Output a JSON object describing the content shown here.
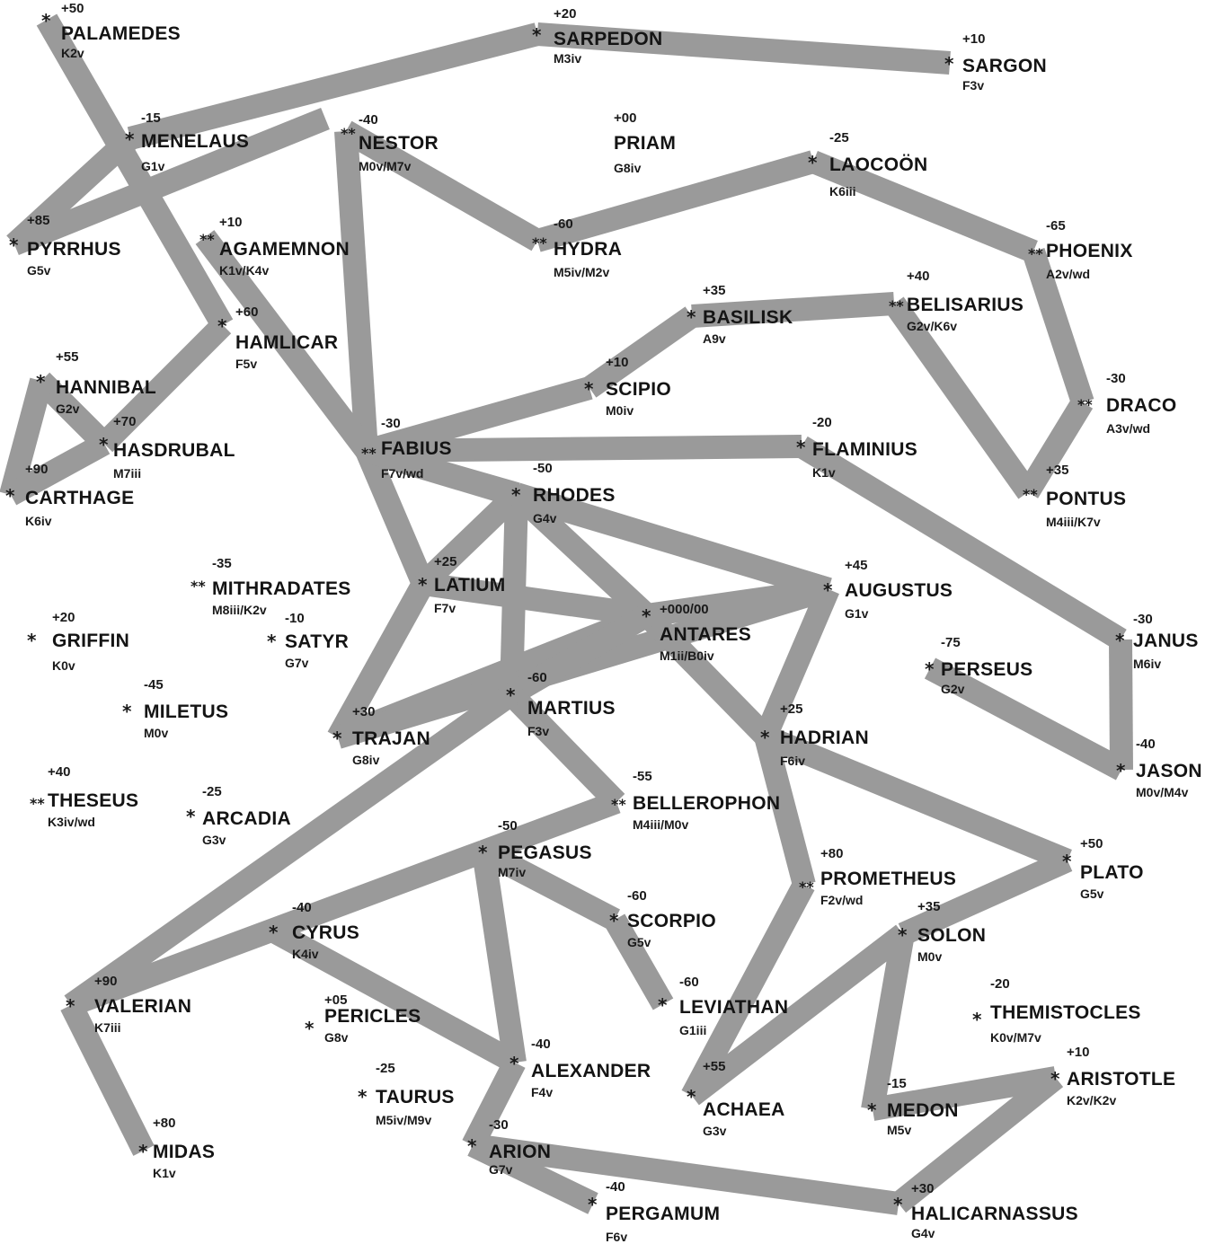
{
  "systems": [
    {
      "id": "palamedes",
      "name": "PALAMEDES",
      "alt": "+50",
      "cls": "K2v",
      "star": "*"
    },
    {
      "id": "sarpedon",
      "name": "SARPEDON",
      "alt": "+20",
      "cls": "M3iv",
      "star": "*"
    },
    {
      "id": "sargon",
      "name": "SARGON",
      "alt": "+10",
      "cls": "F3v",
      "star": "*"
    },
    {
      "id": "menelaus",
      "name": "MENELAUS",
      "alt": "-15",
      "cls": "G1v",
      "star": "*"
    },
    {
      "id": "nestor",
      "name": "NESTOR",
      "alt": "-40",
      "cls": "M0v/M7v",
      "star": "**"
    },
    {
      "id": "priam",
      "name": "PRIAM",
      "alt": "+00",
      "cls": "G8iv",
      "star": ""
    },
    {
      "id": "laocoon",
      "name": "LAOCOÖN",
      "alt": "-25",
      "cls": "K6iii",
      "star": "*"
    },
    {
      "id": "pyrrhus",
      "name": "PYRRHUS",
      "alt": "+85",
      "cls": "G5v",
      "star": "*"
    },
    {
      "id": "agamemnon",
      "name": "AGAMEMNON",
      "alt": "+10",
      "cls": "K1v/K4v",
      "star": "**"
    },
    {
      "id": "hydra",
      "name": "HYDRA",
      "alt": "-60",
      "cls": "M5iv/M2v",
      "star": "**"
    },
    {
      "id": "phoenix",
      "name": "PHOENIX",
      "alt": "-65",
      "cls": "A2v/wd",
      "star": "**"
    },
    {
      "id": "basilisk",
      "name": "BASILISK",
      "alt": "+35",
      "cls": "A9v",
      "star": "*"
    },
    {
      "id": "belisarius",
      "name": "BELISARIUS",
      "alt": "+40",
      "cls": "G2v/K6v",
      "star": "**"
    },
    {
      "id": "hamlicar",
      "name": "HAMLICAR",
      "alt": "+60",
      "cls": "F5v",
      "star": "*"
    },
    {
      "id": "hannibal",
      "name": "HANNIBAL",
      "alt": "+55",
      "cls": "G2v",
      "star": "*"
    },
    {
      "id": "scipio",
      "name": "SCIPIO",
      "alt": "+10",
      "cls": "M0iv",
      "star": "*"
    },
    {
      "id": "draco",
      "name": "DRACO",
      "alt": "-30",
      "cls": "A3v/wd",
      "star": "**"
    },
    {
      "id": "hasdrubal",
      "name": "HASDRUBAL",
      "alt": "+70",
      "cls": "M7iii",
      "star": "*"
    },
    {
      "id": "fabius",
      "name": "FABIUS",
      "alt": "-30",
      "cls": "F7v/wd",
      "star": "**"
    },
    {
      "id": "flaminius",
      "name": "FLAMINIUS",
      "alt": "-20",
      "cls": "K1v",
      "star": "*"
    },
    {
      "id": "carthage",
      "name": "CARTHAGE",
      "alt": "+90",
      "cls": "K6iv",
      "star": "*"
    },
    {
      "id": "rhodes",
      "name": "RHODES",
      "alt": "-50",
      "cls": "G4v",
      "star": "*"
    },
    {
      "id": "pontus",
      "name": "PONTUS",
      "alt": "+35",
      "cls": "M4iii/K7v",
      "star": "**"
    },
    {
      "id": "latium",
      "name": "LATIUM",
      "alt": "+25",
      "cls": "F7v",
      "star": "*"
    },
    {
      "id": "mithradates",
      "name": "MITHRADATES",
      "alt": "-35",
      "cls": "M8iii/K2v",
      "star": "**"
    },
    {
      "id": "augustus",
      "name": "AUGUSTUS",
      "alt": "+45",
      "cls": "G1v",
      "star": "*"
    },
    {
      "id": "antares",
      "name": "ANTARES",
      "alt": "+000/00",
      "cls": "M1ii/B0iv",
      "star": "*"
    },
    {
      "id": "griffin",
      "name": "GRIFFIN",
      "alt": "+20",
      "cls": "K0v",
      "star": "*"
    },
    {
      "id": "satyr",
      "name": "SATYR",
      "alt": "-10",
      "cls": "G7v",
      "star": "*"
    },
    {
      "id": "janus",
      "name": "JANUS",
      "alt": "-30",
      "cls": "M6iv",
      "star": "*"
    },
    {
      "id": "perseus",
      "name": "PERSEUS",
      "alt": "-75",
      "cls": "G2v",
      "star": "*"
    },
    {
      "id": "martius",
      "name": "MARTIUS",
      "alt": "-60",
      "cls": "F3v",
      "star": "*"
    },
    {
      "id": "miletus",
      "name": "MILETUS",
      "alt": "-45",
      "cls": "M0v",
      "star": "*"
    },
    {
      "id": "trajan",
      "name": "TRAJAN",
      "alt": "+30",
      "cls": "G8iv",
      "star": "*"
    },
    {
      "id": "hadrian",
      "name": "HADRIAN",
      "alt": "+25",
      "cls": "F6iv",
      "star": "*"
    },
    {
      "id": "jason",
      "name": "JASON",
      "alt": "-40",
      "cls": "M0v/M4v",
      "star": "*"
    },
    {
      "id": "theseus",
      "name": "THESEUS",
      "alt": "+40",
      "cls": "K3iv/wd",
      "star": "**"
    },
    {
      "id": "bellerophon",
      "name": "BELLEROPHON",
      "alt": "-55",
      "cls": "M4iii/M0v",
      "star": "**"
    },
    {
      "id": "arcadia",
      "name": "ARCADIA",
      "alt": "-25",
      "cls": "G3v",
      "star": "*"
    },
    {
      "id": "pegasus",
      "name": "PEGASUS",
      "alt": "-50",
      "cls": "M7iv",
      "star": "*"
    },
    {
      "id": "prometheus",
      "name": "PROMETHEUS",
      "alt": "+80",
      "cls": "F2v/wd",
      "star": "**"
    },
    {
      "id": "plato",
      "name": "PLATO",
      "alt": "+50",
      "cls": "G5v",
      "star": "*"
    },
    {
      "id": "scorpio",
      "name": "SCORPIO",
      "alt": "-60",
      "cls": "G5v",
      "star": "*"
    },
    {
      "id": "cyrus",
      "name": "CYRUS",
      "alt": "-40",
      "cls": "K4iv",
      "star": "*"
    },
    {
      "id": "solon",
      "name": "SOLON",
      "alt": "+35",
      "cls": "M0v",
      "star": "*"
    },
    {
      "id": "valerian",
      "name": "VALERIAN",
      "alt": "+90",
      "cls": "K7iii",
      "star": "*"
    },
    {
      "id": "leviathan",
      "name": "LEVIATHAN",
      "alt": "-60",
      "cls": "G1iii",
      "star": "*"
    },
    {
      "id": "pericles",
      "name": "PERICLES",
      "alt": "+05",
      "cls": "G8v",
      "star": "*"
    },
    {
      "id": "themistocles",
      "name": "THEMISTOCLES",
      "alt": "-20",
      "cls": "K0v/M7v",
      "star": "*"
    },
    {
      "id": "alexander",
      "name": "ALEXANDER",
      "alt": "-40",
      "cls": "F4v",
      "star": "*"
    },
    {
      "id": "aristotle",
      "name": "ARISTOTLE",
      "alt": "+10",
      "cls": "K2v/K2v",
      "star": "*"
    },
    {
      "id": "taurus",
      "name": "TAURUS",
      "alt": "-25",
      "cls": "M5iv/M9v",
      "star": "*"
    },
    {
      "id": "achaea",
      "name": "ACHAEA",
      "alt": "+55",
      "cls": "G3v",
      "star": "*"
    },
    {
      "id": "medon",
      "name": "MEDON",
      "alt": "-15",
      "cls": "M5v",
      "star": "*"
    },
    {
      "id": "midas",
      "name": "MIDAS",
      "alt": "+80",
      "cls": "K1v",
      "star": "*"
    },
    {
      "id": "arion",
      "name": "ARION",
      "alt": "-30",
      "cls": "G7v",
      "star": "*"
    },
    {
      "id": "pergamum",
      "name": "PERGAMUM",
      "alt": "-40",
      "cls": "F6v",
      "star": "*"
    },
    {
      "id": "halicarnassus",
      "name": "HALICARNASSUS",
      "alt": "+30",
      "cls": "G4v",
      "star": "*"
    }
  ],
  "routes": [
    [
      "palamedes",
      "hamlicar"
    ],
    [
      "menelaus",
      "sarpedon"
    ],
    [
      "sarpedon",
      "sargon"
    ],
    [
      "menelaus",
      "pyrrhus"
    ],
    [
      "pyrrhus",
      "menelaus_e"
    ],
    [
      "nestor",
      "fabius"
    ],
    [
      "nestor",
      "hydra"
    ],
    [
      "hydra",
      "laocoon"
    ],
    [
      "laocoon",
      "phoenix"
    ],
    [
      "phoenix",
      "draco"
    ],
    [
      "draco",
      "pontus"
    ],
    [
      "belisarius",
      "pontus"
    ],
    [
      "basilisk",
      "belisarius"
    ],
    [
      "scipio",
      "basilisk"
    ],
    [
      "fabius",
      "scipio"
    ],
    [
      "agamemnon",
      "fabius"
    ],
    [
      "hamlicar",
      "hasdrubal"
    ],
    [
      "hannibal",
      "hasdrubal"
    ],
    [
      "hannibal",
      "carthage"
    ],
    [
      "carthage",
      "hasdrubal"
    ],
    [
      "fabius",
      "flaminius"
    ],
    [
      "flaminius",
      "janus"
    ],
    [
      "janus",
      "jason"
    ],
    [
      "perseus",
      "jason"
    ],
    [
      "fabius",
      "latium"
    ],
    [
      "fabius",
      "augustus"
    ],
    [
      "rhodes",
      "latium"
    ],
    [
      "rhodes",
      "martius"
    ],
    [
      "rhodes",
      "augustus"
    ],
    [
      "rhodes",
      "antares"
    ],
    [
      "latium",
      "antares"
    ],
    [
      "latium",
      "trajan"
    ],
    [
      "trajan",
      "antares"
    ],
    [
      "trajan",
      "augustus"
    ],
    [
      "martius",
      "antares"
    ],
    [
      "augustus",
      "antares"
    ],
    [
      "augustus",
      "hadrian"
    ],
    [
      "antares",
      "hadrian"
    ],
    [
      "antares",
      "martius"
    ],
    [
      "martius",
      "bellerophon"
    ],
    [
      "bellerophon",
      "pegasus"
    ],
    [
      "pegasus",
      "valerian"
    ],
    [
      "martius",
      "valerian"
    ],
    [
      "pegasus",
      "scorpio"
    ],
    [
      "scorpio",
      "leviathan"
    ],
    [
      "pegasus",
      "alexander"
    ],
    [
      "cyrus",
      "alexander"
    ],
    [
      "alexander",
      "arion"
    ],
    [
      "arion",
      "pergamum"
    ],
    [
      "arion",
      "halicarnassus"
    ],
    [
      "halicarnassus",
      "aristotle"
    ],
    [
      "aristotle",
      "medon"
    ],
    [
      "medon",
      "solon"
    ],
    [
      "solon",
      "achaea"
    ],
    [
      "solon",
      "plato"
    ],
    [
      "hadrian",
      "plato"
    ],
    [
      "hadrian",
      "prometheus"
    ],
    [
      "prometheus",
      "achaea"
    ],
    [
      "valerian",
      "midas"
    ],
    [
      "fabius",
      "rhodes"
    ]
  ]
}
